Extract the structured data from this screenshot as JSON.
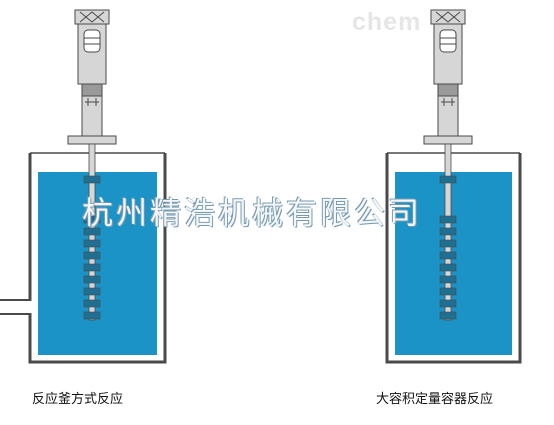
{
  "watermark": {
    "url_text": "chem",
    "company": "杭州精浩机械有限公司"
  },
  "diagrams": [
    {
      "id": "reactor-kettle",
      "caption": "反应釜方式反应",
      "has_side_pipe": true
    },
    {
      "id": "large-volume-container",
      "caption": "大容积定量容器反应",
      "has_side_pipe": false
    }
  ],
  "colors": {
    "liquid": "#1b93c6",
    "outline": "#4a4a4a",
    "steel": "#d6d6d6",
    "steel_dark": "#9a9a9a",
    "paddle": "#1e6f91"
  }
}
